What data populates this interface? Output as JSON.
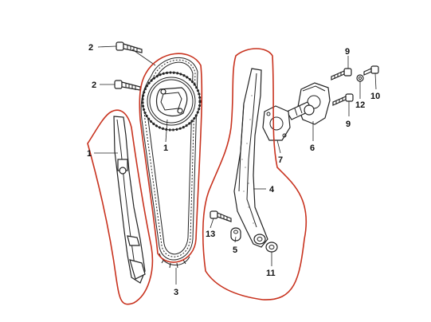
{
  "diagram": {
    "callouts": [
      {
        "id": "callout-1-sprocket",
        "part_no": "1"
      },
      {
        "id": "callout-1-slipper",
        "part_no": "1"
      },
      {
        "id": "callout-2-bolt-top",
        "part_no": "2"
      },
      {
        "id": "callout-2-bolt-lower",
        "part_no": "2"
      },
      {
        "id": "callout-3-chain",
        "part_no": "3"
      },
      {
        "id": "callout-4-guide",
        "part_no": "4"
      },
      {
        "id": "callout-5-collar",
        "part_no": "5"
      },
      {
        "id": "callout-6-tensioner",
        "part_no": "6"
      },
      {
        "id": "callout-7-gasket",
        "part_no": "7"
      },
      {
        "id": "callout-9-bolt-top",
        "part_no": "9"
      },
      {
        "id": "callout-9-bolt-lower",
        "part_no": "9"
      },
      {
        "id": "callout-10-bolt",
        "part_no": "10"
      },
      {
        "id": "callout-11-washer",
        "part_no": "11"
      },
      {
        "id": "callout-12-washer",
        "part_no": "12"
      },
      {
        "id": "callout-13-bolt",
        "part_no": "13"
      }
    ],
    "colors": {
      "line": "#222222",
      "highlight": "#c8321e",
      "background": "#ffffff"
    }
  }
}
